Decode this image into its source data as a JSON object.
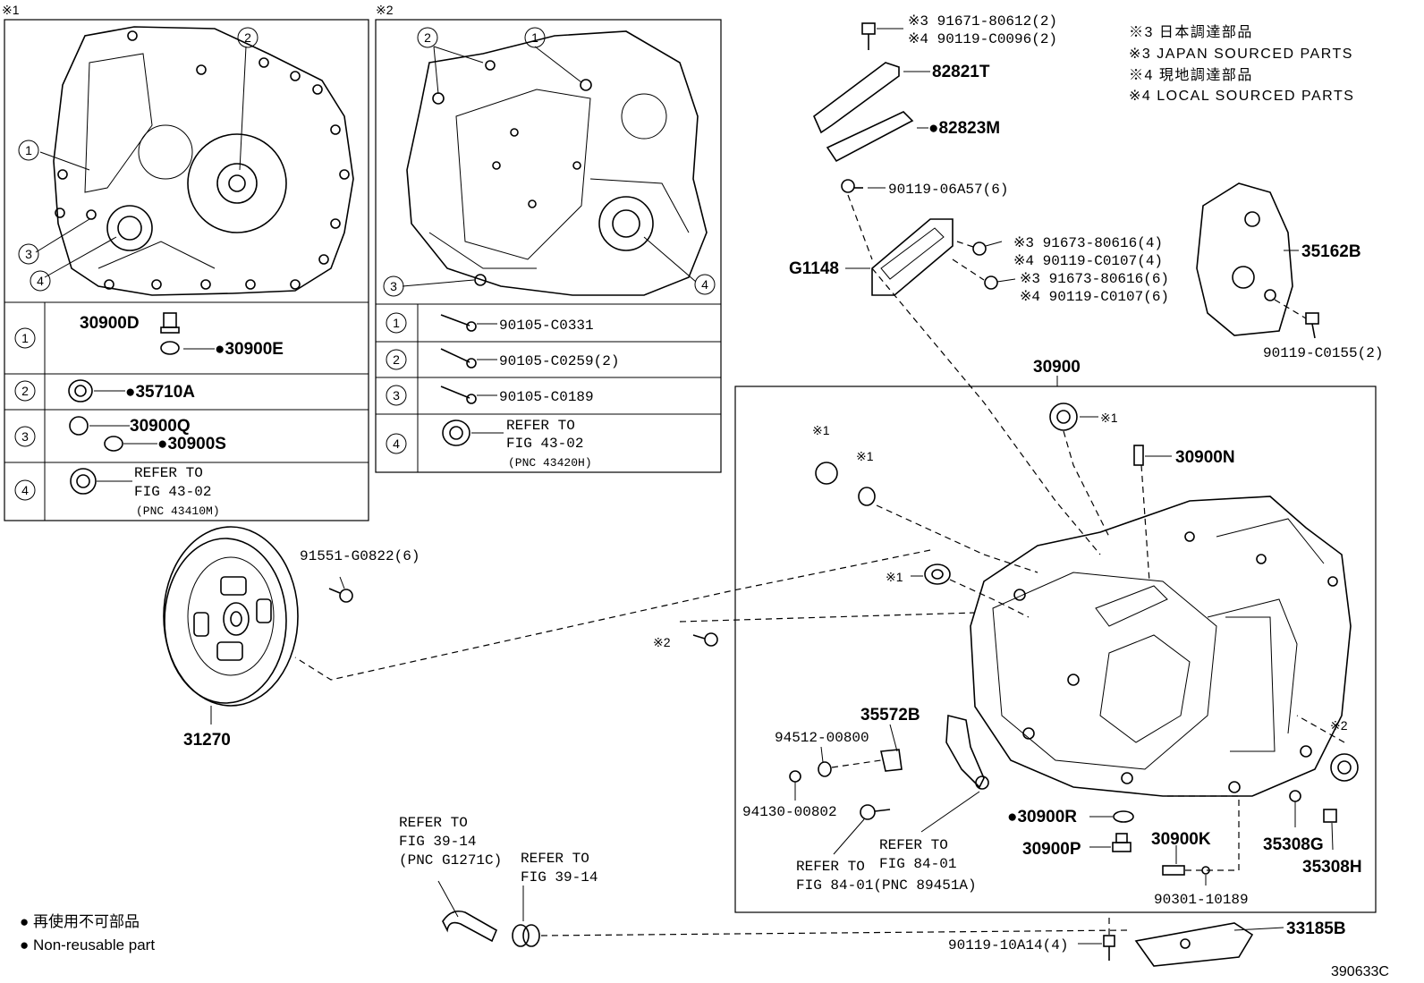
{
  "markers": {
    "ref1": "※1",
    "ref2": "※2"
  },
  "notes": {
    "jp3": "※3 日本調達部品",
    "en3": "※3 JAPAN SOURCED PARTS",
    "jp4": "※4 現地調達部品",
    "en4": "※4 LOCAL SOURCED PARTS"
  },
  "circle_numbers": [
    "1",
    "2",
    "3",
    "4"
  ],
  "table1": {
    "r1a": "30900D",
    "r1b": "●30900E",
    "r2a": "●35710A",
    "r3a": "30900Q",
    "r3b": "●30900S",
    "r4a": "REFER TO",
    "r4b": "FIG 43-02",
    "r4c": "(PNC 43410M)"
  },
  "table2": {
    "r1": "90105-C0331",
    "r2": "90105-C0259(2)",
    "r3": "90105-C0189",
    "r4a": "REFER TO",
    "r4b": "FIG 43-02",
    "r4c": "(PNC 43420H)"
  },
  "parts": {
    "p91671": "※3 91671-80612(2)",
    "p90119a": "※4 90119-C0096(2)",
    "p82821T": "82821T",
    "p82823M": "●82823M",
    "p9011906": "90119-06A57(6)",
    "p91673a": "※3 91673-80616(4)",
    "p90119b": "※4 90119-C0107(4)",
    "p91673b": "※3 91673-80616(6)",
    "p90119c": "※4 90119-C0107(6)",
    "pG1148": "G1148",
    "p35162B": "35162B",
    "p90119d": "90119-C0155(2)",
    "p30900": "30900",
    "p30900N": "30900N",
    "p91551": "91551-G0822(6)",
    "p31270": "31270",
    "p35572B": "35572B",
    "p94512": "94512-00800",
    "p94130": "94130-00802",
    "p30900R": "●30900R",
    "p30900P": "30900P",
    "p30900K": "30900K",
    "p35308G": "35308G",
    "p35308H": "35308H",
    "p90301": "90301-10189",
    "p33185B": "33185B",
    "p90119e": "90119-10A14(4)"
  },
  "refers": {
    "a1": "REFER TO",
    "a2": "FIG 39-14",
    "a3": "(PNC G1271C)",
    "b1": "REFER TO",
    "b2": "FIG 39-14",
    "c1": "REFER TO",
    "c2": "FIG 84-01",
    "d1": "REFER TO",
    "d2": "FIG 84-01(PNC 89451A)"
  },
  "legend": {
    "jp": "● 再使用不可部品",
    "en": "● Non-reusable part"
  },
  "diagram_id": "390633C"
}
